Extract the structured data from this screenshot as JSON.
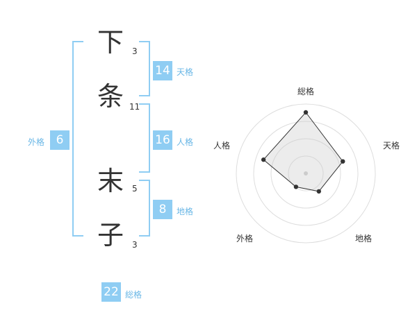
{
  "name": {
    "chars": [
      {
        "char": "下",
        "strokes": "3"
      },
      {
        "char": "条",
        "strokes": "11"
      },
      {
        "char": "末",
        "strokes": "5"
      },
      {
        "char": "子",
        "strokes": "3"
      }
    ]
  },
  "fortune": {
    "tenkaku": {
      "value": "14",
      "label": "天格"
    },
    "jinkaku": {
      "value": "16",
      "label": "人格"
    },
    "chikaku": {
      "value": "8",
      "label": "地格"
    },
    "gaikaku": {
      "value": "6",
      "label": "外格"
    },
    "soukaku": {
      "value": "22",
      "label": "総格"
    }
  },
  "colors": {
    "accent": "#8fcdf3",
    "label": "#6ab7e6",
    "bracket": "#8fcdf3"
  },
  "chart_data": {
    "type": "radar",
    "axes": [
      "総格",
      "天格",
      "地格",
      "外格",
      "人格"
    ],
    "values": [
      22,
      14,
      8,
      6,
      16
    ],
    "rings": 4
  }
}
